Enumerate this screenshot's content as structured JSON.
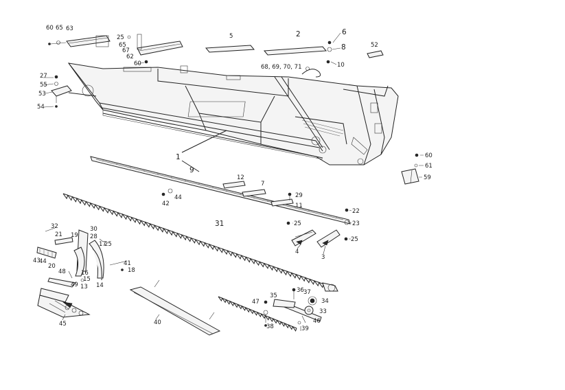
{
  "callouts": {
    "c60a": "60",
    "c65a": "65",
    "c63": "63",
    "c25a": "25",
    "c65b": "65",
    "c67": "67",
    "c62": "62",
    "c60b": "60",
    "c5": "5",
    "c2": "2",
    "c6": "6",
    "c8": "8",
    "c52": "52",
    "c10": "10",
    "c68": "68, 69, 70, 71",
    "c27": "27",
    "c55": "55",
    "c53": "53",
    "c54": "54",
    "c1": "1",
    "c9": "9",
    "c60c": "60",
    "c61": "61",
    "c59": "59",
    "c12": "12",
    "c7": "7",
    "c29": "29",
    "c11": "11",
    "c42": "42",
    "c44a": "44",
    "c22": "22",
    "c23": "23",
    "c25b": "25",
    "c25c": "25",
    "c4": "4",
    "c3": "3",
    "c31": "31",
    "c32": "32",
    "c21": "21",
    "c19": "19",
    "c30": "30",
    "c28": "28",
    "c17": "17",
    "c25d": "25",
    "c43": "43",
    "c44b": "44",
    "c20": "20",
    "c41": "41",
    "c18": "18",
    "c16": "16",
    "c48": "48",
    "c49": "49",
    "c13": "13",
    "c15": "15",
    "c14": "14",
    "c45": "45",
    "c40": "40",
    "c36": "36",
    "c35": "35",
    "c37": "37",
    "c34": "34",
    "c47": "47",
    "c33": "33",
    "c46": "46",
    "c38": "38",
    "c39": "39"
  }
}
